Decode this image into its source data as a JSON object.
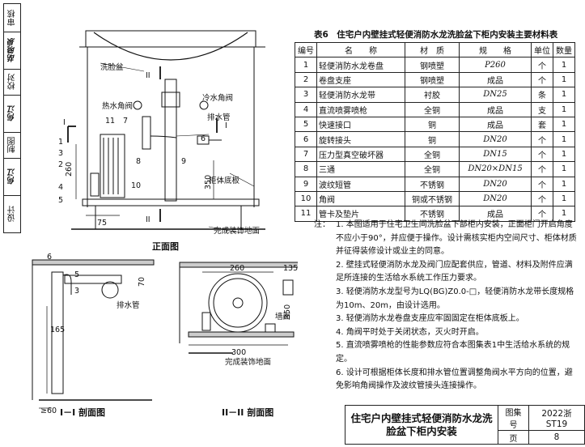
{
  "strip": {
    "cells": [
      "审核",
      "胡晓泉",
      "校对",
      "何江",
      "制图",
      "何江",
      "设计"
    ]
  },
  "drawing": {
    "front": {
      "labels": {
        "basin": "洗脸盆",
        "hot_valve": "热水角阀",
        "cold_valve": "冷水角阀",
        "drain": "排水管",
        "cabinet_bottom": "柜体底板",
        "finish_floor": "完成装饰地面",
        "section_1_left": "I",
        "section_1_right": "I",
        "section_2_top": "II",
        "section_2_bottom": "II"
      },
      "callouts": [
        "11",
        "7",
        "1",
        "3",
        "2",
        "4",
        "5",
        "6",
        "8",
        "9",
        "10"
      ],
      "dims": {
        "height_260": "260",
        "height_350": "350",
        "width_75": "75"
      },
      "title": "正面图"
    },
    "section1": {
      "labels": {
        "drain": "排水管",
        "dim_6": "6",
        "dim_70": "70",
        "dim_165": "165",
        "dim_60": "≥60",
        "callout_5": "5",
        "callout_3": "3"
      },
      "title": "I－I 剖面图"
    },
    "section2": {
      "labels": {
        "wall": "墙面",
        "finish_floor": "完成装饰地面",
        "dim_260": "260",
        "dim_135": "135",
        "dim_300": "300",
        "dim_350": "350"
      },
      "title": "II－II 剖面图"
    }
  },
  "table": {
    "title": "表6　住宅户内壁挂式轻便消防水龙洗脸盆下柜内安装主要材料表",
    "headers": [
      "编号",
      "名　　称",
      "材　质",
      "规　　格",
      "单位",
      "数量"
    ],
    "rows": [
      [
        "1",
        "轻便消防水龙卷盘",
        "钢喷塑",
        "P260",
        "个",
        "1"
      ],
      [
        "2",
        "卷盘支座",
        "钢喷塑",
        "成品",
        "个",
        "1"
      ],
      [
        "3",
        "轻便消防水龙带",
        "衬胶",
        "DN25",
        "条",
        "1"
      ],
      [
        "4",
        "直流喷雾喷枪",
        "全铜",
        "成品",
        "支",
        "1"
      ],
      [
        "5",
        "快速接口",
        "铜",
        "成品",
        "套",
        "1"
      ],
      [
        "6",
        "旋转接头",
        "铜",
        "DN20",
        "个",
        "1"
      ],
      [
        "7",
        "压力型真空破坏器",
        "全铜",
        "DN15",
        "个",
        "1"
      ],
      [
        "8",
        "三通",
        "全铜",
        "DN20×DN15",
        "个",
        "1"
      ],
      [
        "9",
        "波纹短管",
        "不锈钢",
        "DN20",
        "个",
        "1"
      ],
      [
        "10",
        "角阀",
        "铜或不锈钢",
        "DN20",
        "个",
        "1"
      ],
      [
        "11",
        "管卡及垫片",
        "不锈钢",
        "成品",
        "个",
        "1"
      ]
    ]
  },
  "notes": {
    "label": "注：",
    "items": [
      "1. 本图适用于住宅卫生间洗脸盆下部柜内安装，正面柜门开启角度不应小于90°，并应便于操作。设计需核实柜内空间尺寸、柜体材质并征得装修设计或业主的同意。",
      "2. 壁挂式轻便消防水龙及阀门应配套供应，管道、材料及附件应满足所连接的生活给水系统工作压力要求。",
      "3. 轻便消防水龙型号为LQ(BG)Z0.0-□，轻便消防水龙带长度规格为10m、20m，由设计选用。",
      "3. 轻便消防水龙卷盘支座应牢固固定在柜体底板上。",
      "4. 角阀平时处于关闭状态，灭火时开启。",
      "5. 直流喷雾喷枪的性能参数应符合本图集表1中生活给水系统的规定。",
      "6. 设计可根据柜体长度和排水管位置调整角阀水平方向的位置，避免影响角阀操作及波纹管接头连接操作。"
    ]
  },
  "titleblock": {
    "title": "住宅户内壁挂式轻便消防水龙洗脸盆下柜内安装",
    "atlas_label": "图集号",
    "atlas_value": "2022浙ST19",
    "page_label": "页",
    "page_value": "8"
  }
}
